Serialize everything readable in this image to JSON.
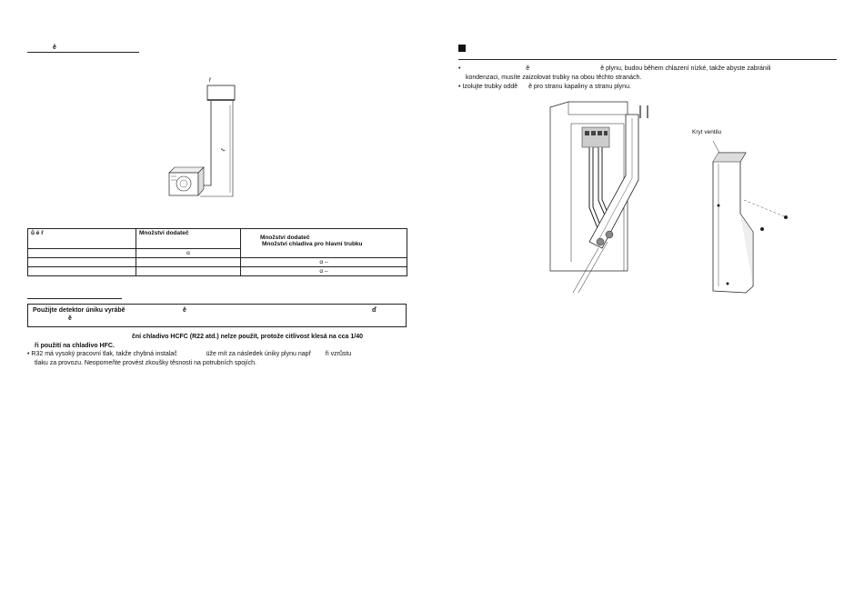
{
  "left": {
    "section_heading": "ě",
    "diagram": {
      "indoor_label": "ř",
      "pipe_label": "ℓ"
    },
    "table": {
      "header_col1": "ů é ř",
      "header_col2": "Množství dodateč",
      "header_col3_line1": "Množství dodateč",
      "header_col3_line2": "Množství chladiva pro hlavní trubku",
      "row1_col2": "α",
      "row2_col3": "α –",
      "row3_col3": "α –"
    },
    "warning_box": {
      "line1_a": "Použijte detektor úniku vyrábě",
      "line1_b": "ě",
      "line1_c": "ď",
      "line2": "ě"
    },
    "note_bold_1": "ční chladivo HCFC (R22 atd.) nelze použít, protože citlivost klesá na cca 1/40",
    "note_bold_2": "ři použití na chladivo HFC.",
    "bullet_1_line1": "R32 má vysoký pracovní tlak, takže chybná instalač",
    "bullet_1_line1_b": "üže mít za následek úniky plynu např",
    "bullet_1_line1_c": "ři vzrůstu",
    "bullet_1_line2": "tlaku za provozu. Neopomeňte provést zkoušky těsnosti na potrubních spojích."
  },
  "right": {
    "bullet_1_a": "ě",
    "bullet_1_b": "ě plynu, budou během chlazení nízké, takže abyste zabránili",
    "bullet_1_line2": "kondenzaci, musíte zaizolovat trubky na obou těchto stranách.",
    "bullet_2": "Izolujte trubky oddě",
    "bullet_2_b": "ě pro stranu kapaliny a stranu plynu.",
    "figure_label": "Kryt ventilu"
  }
}
